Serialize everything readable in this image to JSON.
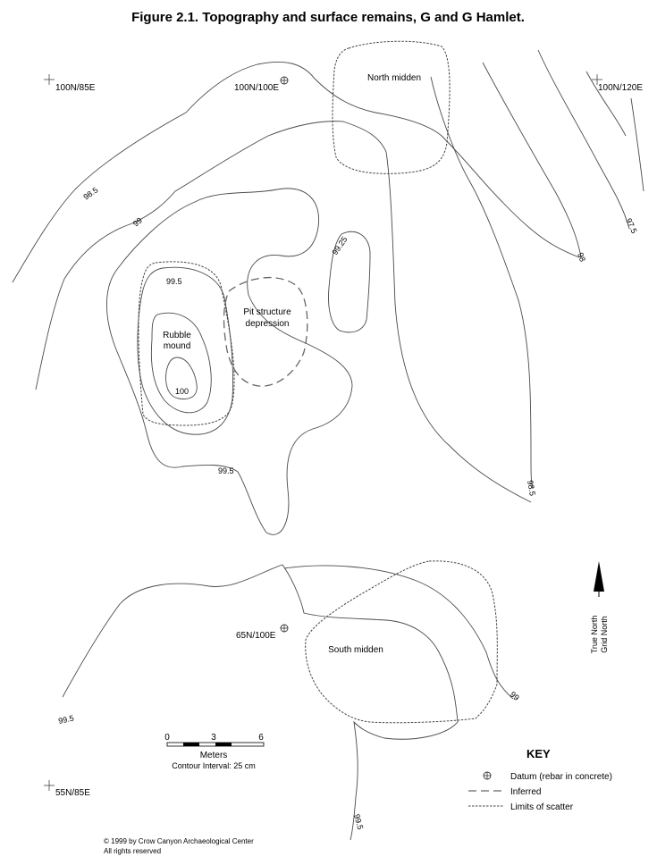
{
  "title": "Figure 2.1.  Topography and surface remains, G and G Hamlet.",
  "grid_points": {
    "nw": "100N/85E",
    "n": "100N/100E",
    "ne": "100N/120E",
    "mid": "65N/100E",
    "sw": "55N/85E"
  },
  "features": {
    "north_midden": "North midden",
    "south_midden": "South midden",
    "rubble_mound_line1": "Rubble",
    "rubble_mound_line2": "mound",
    "pit_structure_line1": "Pit structure",
    "pit_structure_line2": "depression"
  },
  "contour_labels": {
    "c985_nw": "98.5",
    "c99_nw": "99",
    "c9925": "99.25",
    "c995_mound": "99.5",
    "c100": "100",
    "c995_center": "99.5",
    "c995_sw": "99.5",
    "c995_s": "99.5",
    "c975": "97.5",
    "c98": "98",
    "c985_e": "98.5",
    "c99_se": "99"
  },
  "north_arrow": {
    "true_north": "True North",
    "grid_north": "Grid North"
  },
  "scale": {
    "tick0": "0",
    "tick3": "3",
    "tick6": "6",
    "unit": "Meters",
    "contour_interval": "Contour Interval: 25 cm"
  },
  "key": {
    "heading": "KEY",
    "datum": "Datum (rebar in concrete)",
    "inferred": "Inferred",
    "scatter": "Limits of scatter"
  },
  "copyright": {
    "line1": "© 1999 by Crow Canyon Archaeological Center",
    "line2": "All rights reserved"
  }
}
